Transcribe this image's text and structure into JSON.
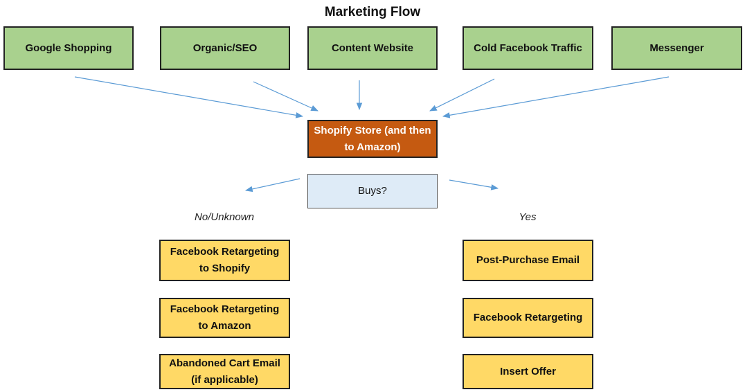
{
  "title": "Marketing Flow",
  "sources": [
    {
      "label": "Google Shopping"
    },
    {
      "label": "Organic/SEO"
    },
    {
      "label": "Content Website"
    },
    {
      "label": "Cold Facebook Traffic"
    },
    {
      "label": "Messenger"
    }
  ],
  "store": {
    "label": "Shopify Store (and then\nto Amazon)"
  },
  "decision": {
    "label": "Buys?"
  },
  "branches": {
    "no": {
      "label": "No/Unknown",
      "actions": [
        {
          "label": "Facebook Retargeting\nto Shopify"
        },
        {
          "label": "Facebook Retargeting\nto Amazon"
        },
        {
          "label": "Abandoned Cart Email\n(if applicable)"
        }
      ]
    },
    "yes": {
      "label": "Yes",
      "actions": [
        {
          "label": "Post-Purchase Email"
        },
        {
          "label": "Facebook Retargeting"
        },
        {
          "label": "Insert Offer"
        }
      ]
    }
  },
  "colors": {
    "source_fill": "#a9d18e",
    "store_fill": "#c55a11",
    "decision_fill": "#deebf7",
    "action_fill": "#ffd966",
    "arrow": "#5b9bd5"
  }
}
